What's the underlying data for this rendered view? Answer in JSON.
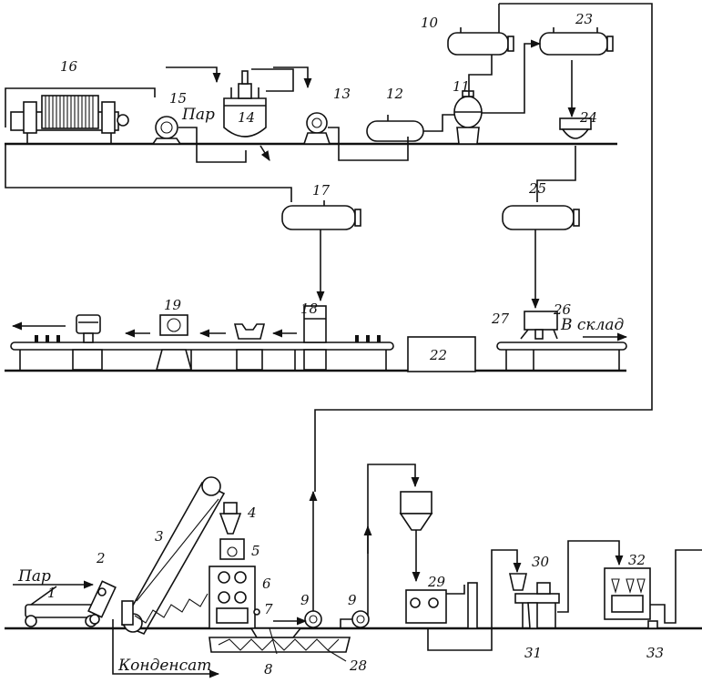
{
  "labels": {
    "steam_left": "Пар",
    "steam_top": "Пар",
    "condensate": "Конденсат",
    "to_warehouse": "В склад"
  },
  "numbers": {
    "n1": "1",
    "n2": "2",
    "n3": "3",
    "n4": "4",
    "n5": "5",
    "n6": "6",
    "n7": "7",
    "n8": "8",
    "n9a": "9",
    "n9b": "9",
    "n10": "10",
    "n11": "11",
    "n12": "12",
    "n13": "13",
    "n14": "14",
    "n15": "15",
    "n16": "16",
    "n17": "17",
    "n18": "18",
    "n19": "19",
    "n22": "22",
    "n23": "23",
    "n24": "24",
    "n25": "25",
    "n26": "26",
    "n27": "27",
    "n28": "28",
    "n29": "29",
    "n30": "30",
    "n31": "31",
    "n32": "32",
    "n33": "33"
  }
}
